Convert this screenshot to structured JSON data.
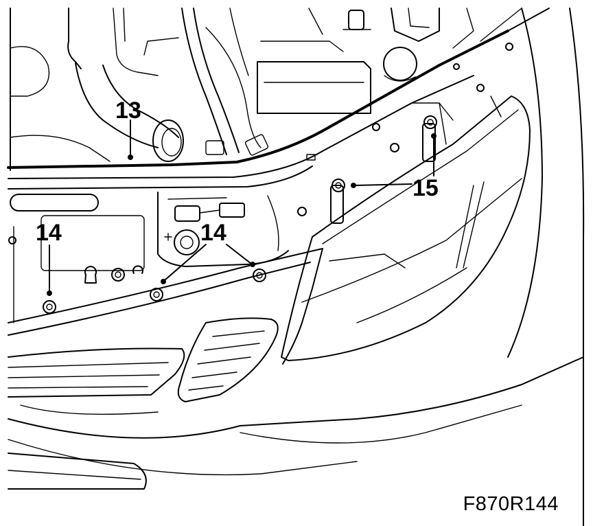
{
  "figure_code": "F870R144",
  "callouts": {
    "c13": "13",
    "c14_left": "14",
    "c14_center": "14",
    "c15": "15"
  },
  "colors": {
    "line": "#000000",
    "background": "#ffffff"
  }
}
